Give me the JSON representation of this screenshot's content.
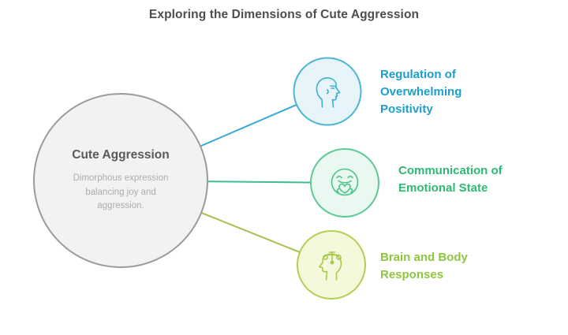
{
  "title": "Exploring the Dimensions of Cute Aggression",
  "title_color": "#4d4d4d",
  "center_node": {
    "title": "Cute Aggression",
    "subtitle": "Dimorphous expression\nbalancing joy and\naggression.",
    "fill": "#f2f2f2",
    "stroke": "#9b9b9b",
    "title_color": "#595959",
    "subtitle_color": "#adadad"
  },
  "nodes": [
    {
      "id": "regulation-of-overwhelming-positivity",
      "label": "Regulation of\nOverwhelming\nPositivity",
      "icon": "head-profile-icon",
      "label_color": "#1c9fcd",
      "circle_fill": "#e7f5fb",
      "circle_stroke": "#4cb5d6",
      "line_color": "#3ba9d6",
      "icon_color": "#3fafd2"
    },
    {
      "id": "communication-of-emotional-state",
      "label": "Communication of\nEmotional State",
      "icon": "face-hugging-heart-icon",
      "label_color": "#2eba72",
      "circle_fill": "#e9f9f1",
      "circle_stroke": "#5bc992",
      "line_color": "#3ebd90",
      "icon_color": "#4cc488"
    },
    {
      "id": "brain-and-body-responses",
      "label": "Brain and Body\nResponses",
      "icon": "head-balance-scale-icon",
      "label_color": "#8ec63f",
      "circle_fill": "#f4f9dc",
      "circle_stroke": "#b2cf55",
      "line_color": "#a6c04f",
      "icon_color": "#a9c94e"
    }
  ]
}
